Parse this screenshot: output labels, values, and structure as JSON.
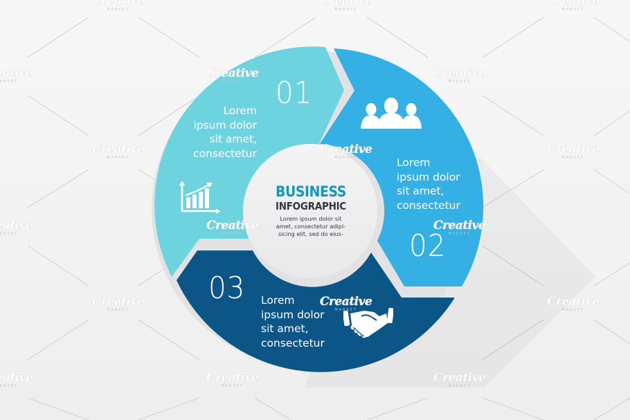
{
  "colors": {
    "background": "#f3f3f4",
    "step_01": "#6dd3df",
    "step_02": "#35b0e5",
    "step_03": "#0b5587",
    "center_circle": "#f1f1f2",
    "title_accent": "#1497b8",
    "title_dark": "#333a40",
    "text_on_segment": "#ffffff"
  },
  "center": {
    "title": "BUSINESS",
    "subtitle": "INFOGRAPHIC",
    "body": "Lorem ipsum dolor sit\namet, consectetur adipi-\nsicing elit, sed do eius-"
  },
  "steps": [
    {
      "number": "01",
      "text": "Lorem\nipsum dolor\nsit amet,\nconsectetur",
      "icon": "growth-bar-chart-icon",
      "color": "#6dd3df"
    },
    {
      "number": "02",
      "text": "Lorem\nipsum dolor\nsit amet,\nconsectetur",
      "icon": "user-group-icon",
      "color": "#35b0e5"
    },
    {
      "number": "03",
      "text": "Lorem\nipsum dolor\nsit amet,\nconsectetur",
      "icon": "handshake-icon",
      "color": "#0b5587"
    }
  ],
  "watermark": {
    "brand": "Creative",
    "sub": "MARKET"
  }
}
